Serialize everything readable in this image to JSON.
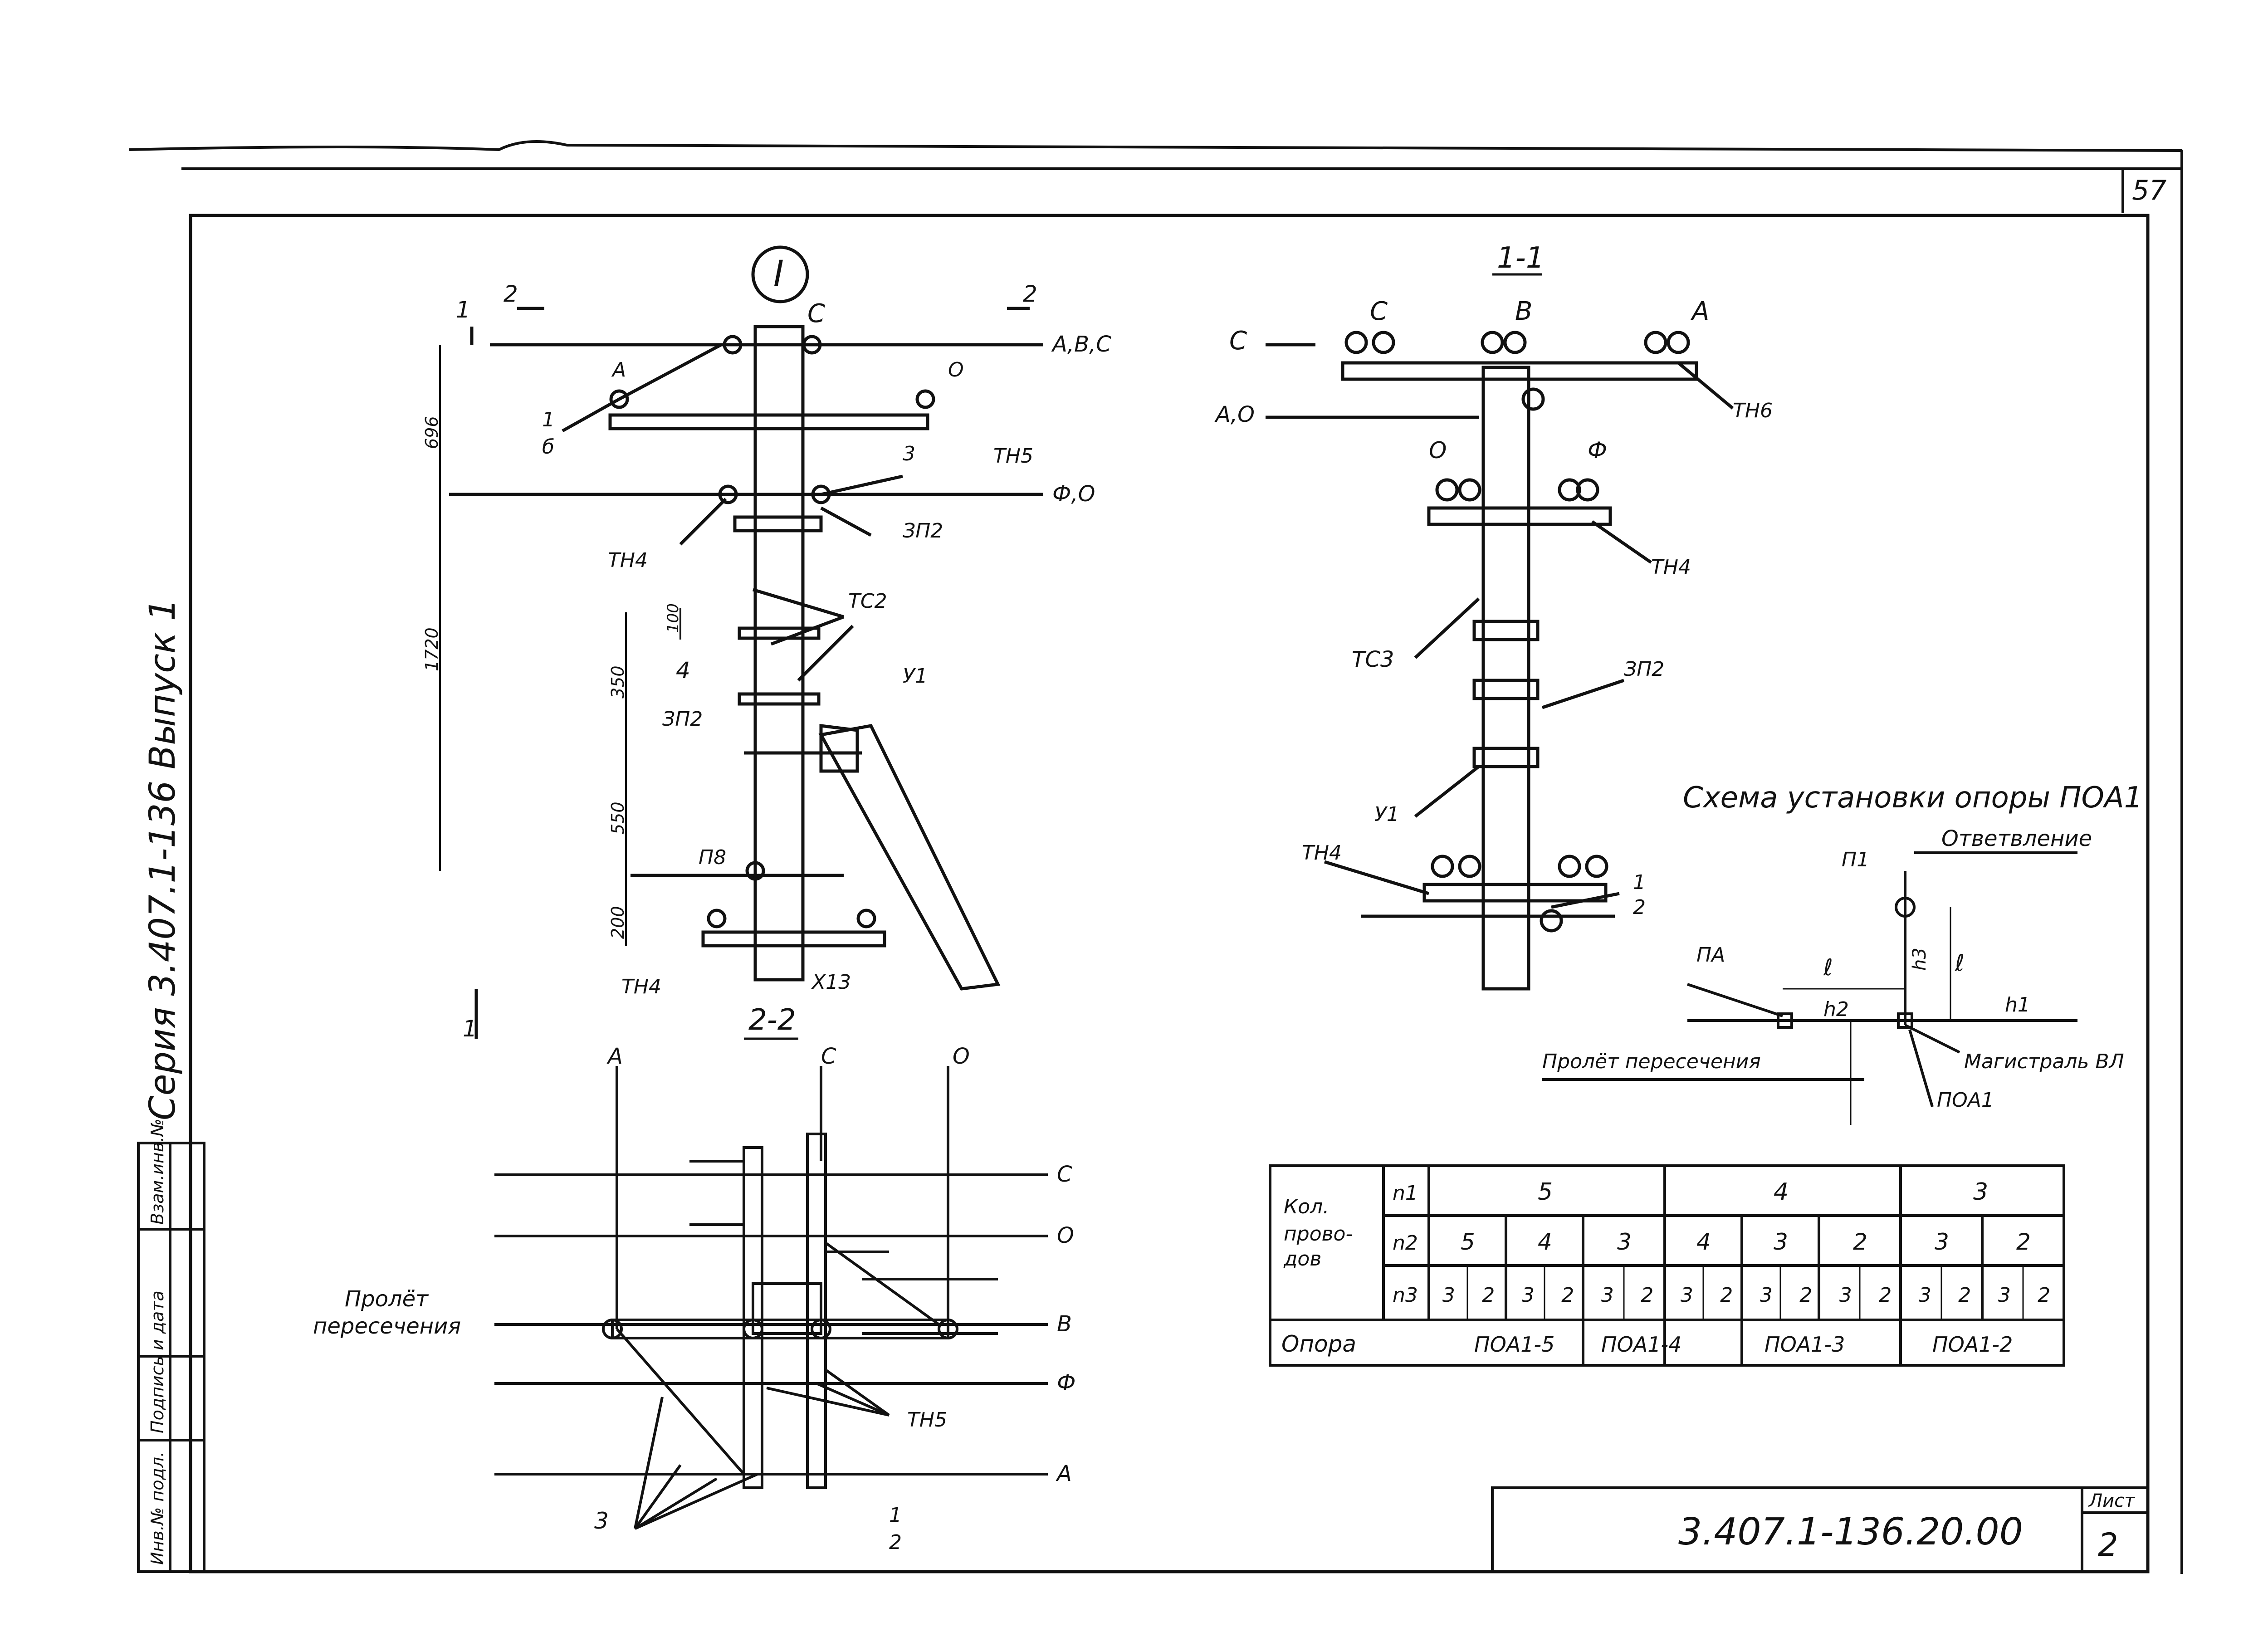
{
  "sheet": {
    "page_number": "57",
    "series_label": "Серия 3.407.1-136 Выпуск 1",
    "designation": "3.407.1-136.20.00",
    "sheet_header": "Лист",
    "sheet_number": "2",
    "side_stamp": [
      "Инв.№ подл.",
      "Подпись и дата",
      "Взам.инв.№"
    ]
  },
  "view_main": {
    "marker": "I",
    "labels": {
      "phase_c_top": "С",
      "wires_top": "А,В,С",
      "phase_a": "А",
      "phase_o": "О",
      "wires_mid": "Ф,О",
      "cut1": "1",
      "cut1b": "1",
      "cut2a": "2",
      "cut2b": "2",
      "frac_num": "1",
      "frac_den": "б",
      "th5": "ТН5",
      "th4": "ТН4",
      "zp2a": "ЗП2",
      "zp2b": "ЗП2",
      "ts2": "ТС2",
      "u1": "У1",
      "p8": "П8",
      "th4b": "ТН4",
      "x13": "Х13",
      "n3": "3",
      "n4": "4"
    },
    "dims": [
      "696",
      "1720",
      "100",
      "350",
      "550",
      "200"
    ]
  },
  "view_11": {
    "title": "1-1",
    "labels": {
      "c": "С",
      "b": "В",
      "a": "А",
      "c_left": "С",
      "ao_left": "А,О",
      "th6": "ТН6",
      "o": "О",
      "f": "Ф",
      "th4": "ТН4",
      "ts3": "ТС3",
      "zp2": "ЗП2",
      "u1": "У1",
      "th4b": "ТН4",
      "frac_num": "1",
      "frac_den": "2"
    }
  },
  "view_22": {
    "title": "2-2",
    "labels": {
      "top_a": "А",
      "top_c": "С",
      "top_o": "О",
      "right": [
        "С",
        "О",
        "В",
        "Ф",
        "А"
      ],
      "span": "Пролёт\nпересечения",
      "th5": "ТН5",
      "n3": "3",
      "frac_num": "1",
      "frac_den": "2"
    }
  },
  "scheme": {
    "title": "Схема установки опоры ПОА1",
    "branch": "Ответвление",
    "p1": "П1",
    "pa": "ПА",
    "l1": "ℓ",
    "l2": "ℓ",
    "h2": "h2",
    "h1": "h1",
    "h3": "h3",
    "span": "Пролёт пересечения",
    "main_line": "Магистраль ВЛ",
    "poa1": "ПОА1"
  },
  "table": {
    "row_label_1": "Кол.",
    "row_label_2": "прово-",
    "row_label_3": "дов",
    "n1": "n1",
    "n2": "n2",
    "n3": "n3",
    "n1_values": [
      "5",
      "4",
      "3"
    ],
    "n2_values": [
      "5",
      "4",
      "3",
      "4",
      "3",
      "2",
      "3",
      "2"
    ],
    "n3_values": [
      "3",
      "2",
      "3",
      "2",
      "3",
      "2",
      "3",
      "2",
      "3",
      "2",
      "3",
      "2",
      "3",
      "2",
      "3",
      "2"
    ],
    "support_label": "Опора",
    "supports": [
      "ПОА1-5",
      "ПОА1-4",
      "ПОА1-3",
      "ПОА1-2"
    ]
  }
}
